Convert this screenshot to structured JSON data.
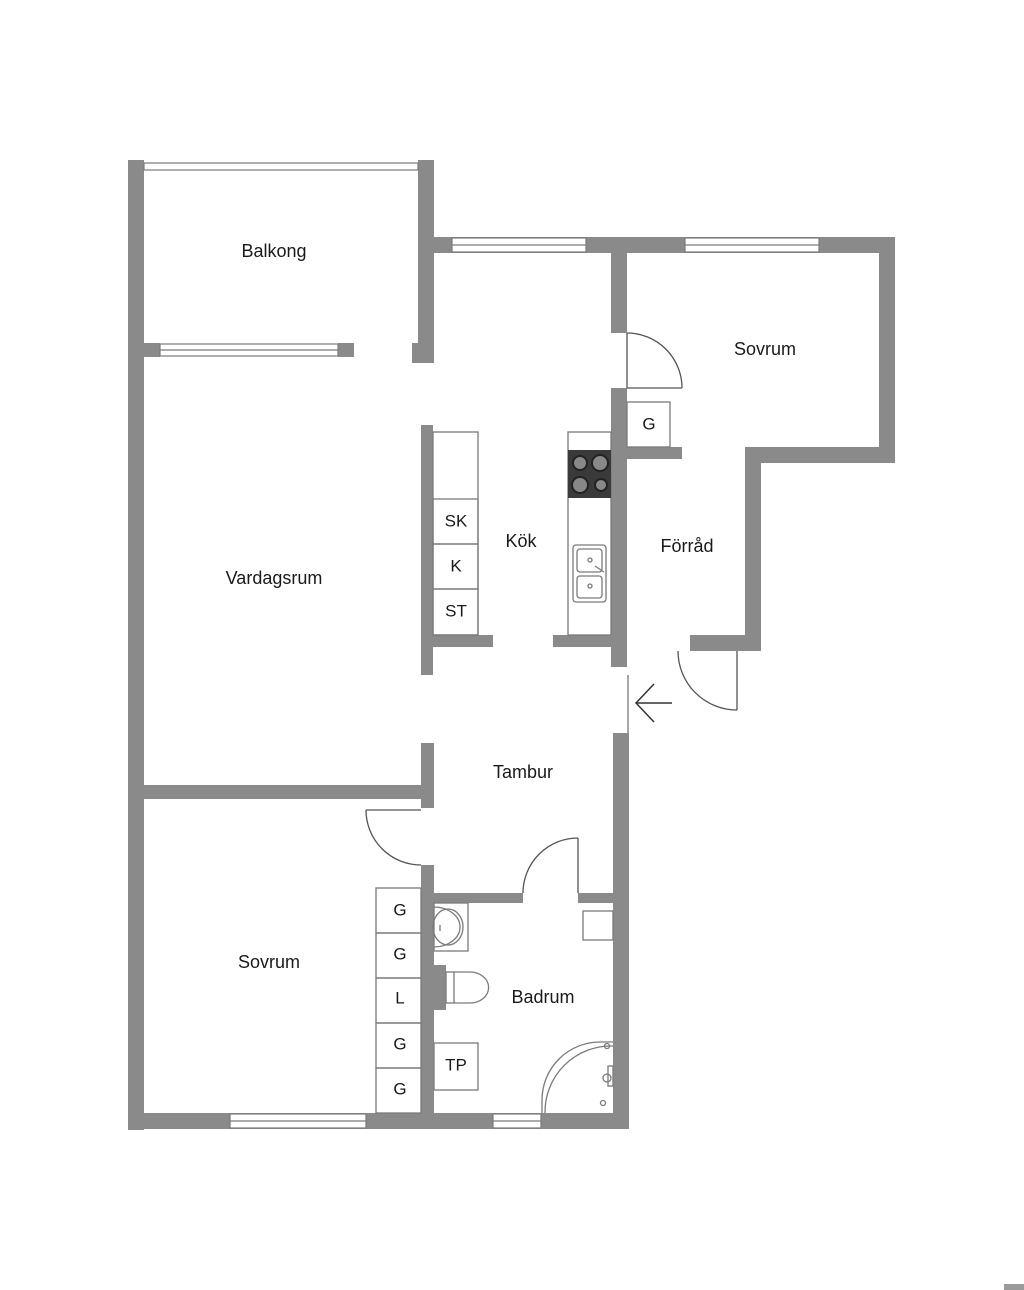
{
  "rooms": {
    "balkong": "Balkong",
    "vardagsrum": "Vardagsrum",
    "kok": "Kök",
    "sovrum_upper": "Sovrum",
    "forrad": "Förråd",
    "tambur": "Tambur",
    "sovrum_lower": "Sovrum",
    "badrum": "Badrum"
  },
  "fixtures": {
    "sk": "SK",
    "k": "K",
    "st": "ST",
    "g_upper": "G",
    "wardrobe": [
      "G",
      "G",
      "L",
      "G",
      "G"
    ],
    "tp": "TP"
  },
  "colors": {
    "wall": "#8a8a8a",
    "line": "#7a7a7a",
    "stove": "#3a3a3a"
  }
}
